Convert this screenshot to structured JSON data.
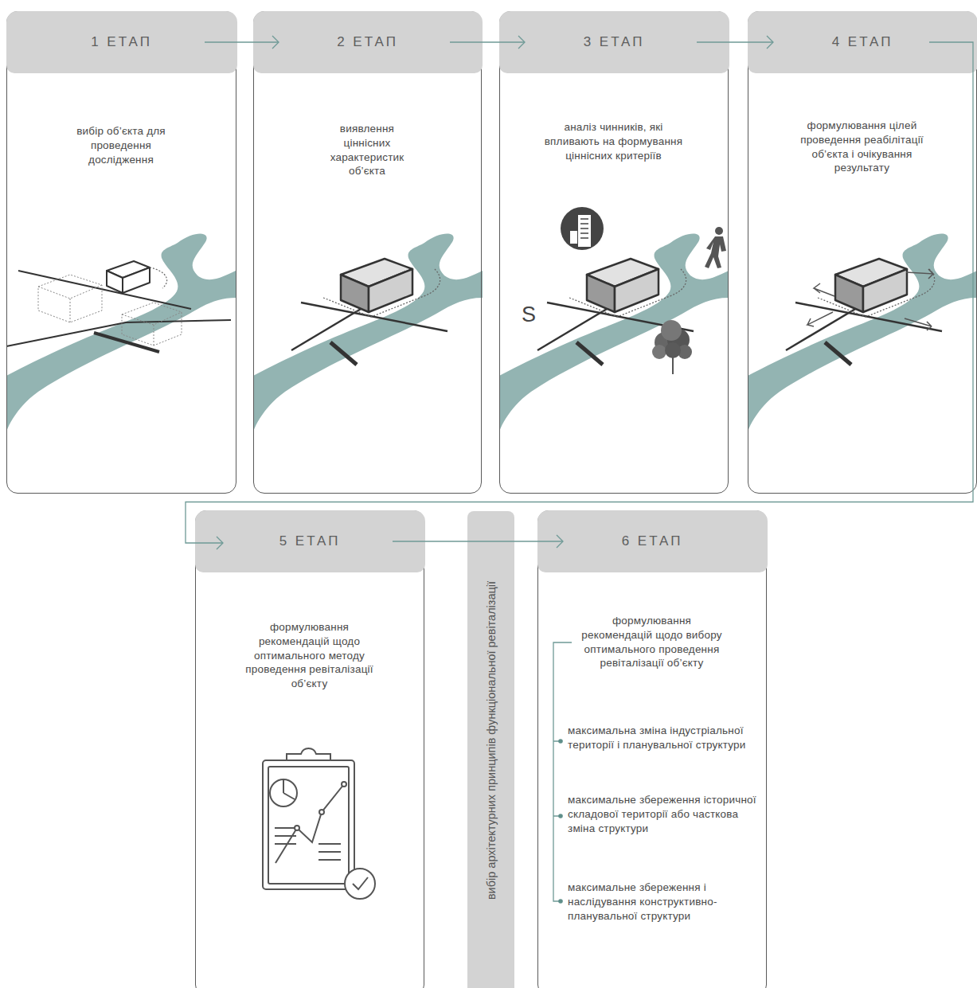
{
  "diagram": {
    "nodes": [
      {
        "text": [
          "1 ЕТАП",
          "вибір об’єкта для проведення дослідження"
        ]
      },
      {
        "text": [
          "2 ЕТАП",
          "виявлення ціннісних характеристик об’єкта"
        ]
      },
      {
        "text": [
          "3 ЕТАП",
          "аналіз чинників, які впливають на формування ціннісних критеріїв"
        ]
      },
      {
        "text": [
          "4 ЕТАП",
          "формулювання цілей проведення реабілітації об’єкта і очікування результату"
        ]
      },
      {
        "text": [
          "5 ЕТАП",
          "формулювання рекомендацій щодо оптимального методу проведення ревіталізації об’єкту"
        ]
      },
      {
        "text": [
          "вибір архітектурних принципів функціональної ревіталізації"
        ]
      },
      {
        "text": [
          "6 ЕТАП",
          "формулювання рекомендацій щодо вибору оптимального проведення ревіталізації об’єкту",
          "максимальна зміна індустріальної території і планувальної структури",
          "максимальне збереження історичної складової території або часткова зміна структури",
          "максимальне збереження і наслідування конструктивно-планувальної структури"
        ]
      }
    ],
    "edges": [
      {
        "from": 0,
        "to": 1,
        "arrow": "to"
      },
      {
        "from": 1,
        "to": 2,
        "arrow": "to"
      },
      {
        "from": 2,
        "to": 3,
        "arrow": "to"
      },
      {
        "from": 3,
        "to": 4,
        "arrow": "to"
      },
      {
        "from": 4,
        "to": 6,
        "arrow": "to"
      }
    ],
    "labels": [
      "S"
    ]
  }
}
